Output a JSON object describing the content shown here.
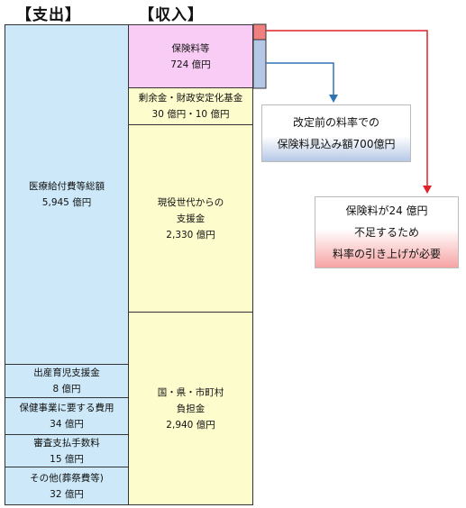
{
  "headers": {
    "expenditure": "【支出】",
    "revenue": "【収入】"
  },
  "expenditure": {
    "medical": {
      "label": "医療給付費等総額",
      "amount": "5,945 億円"
    },
    "childbirth": {
      "label": "出産育児支援金",
      "amount": "8 億円"
    },
    "health": {
      "label": "保健事業に要する費用",
      "amount": "34 億円"
    },
    "review": {
      "label": "審査支払手数料",
      "amount": "15 億円"
    },
    "other": {
      "label": "その他(葬祭費等)",
      "amount": "32 億円"
    }
  },
  "revenue": {
    "premium": {
      "label": "保険料等",
      "amount": "724 億円"
    },
    "surplus": {
      "label": "剰余金・財政安定化基金",
      "amount": "30 億円・10 億円"
    },
    "support": {
      "line1": "現役世代からの",
      "line2": "支援金",
      "amount": "2,330 億円"
    },
    "public": {
      "line1": "国・県・市町村",
      "line2": "負担金",
      "amount": "2,940 億円"
    }
  },
  "callouts": {
    "estimate": {
      "line1": "改定前の料率での",
      "line2": "保険料見込み額700億円"
    },
    "shortfall": {
      "line1": "保険料が24 億円",
      "line2": "不足するため",
      "line3": "料率の引き上げが必要"
    }
  },
  "colors": {
    "expenditure_fill": "#cde9f9",
    "revenue_fill": "#fdfccc",
    "premium_fill": "#f8ccf4",
    "shortfall_arrow": "#e0202a",
    "estimate_arrow": "#2e75b6",
    "estimate_bar": "#b4c7e7",
    "shortfall_bar": "#f07f7f"
  }
}
